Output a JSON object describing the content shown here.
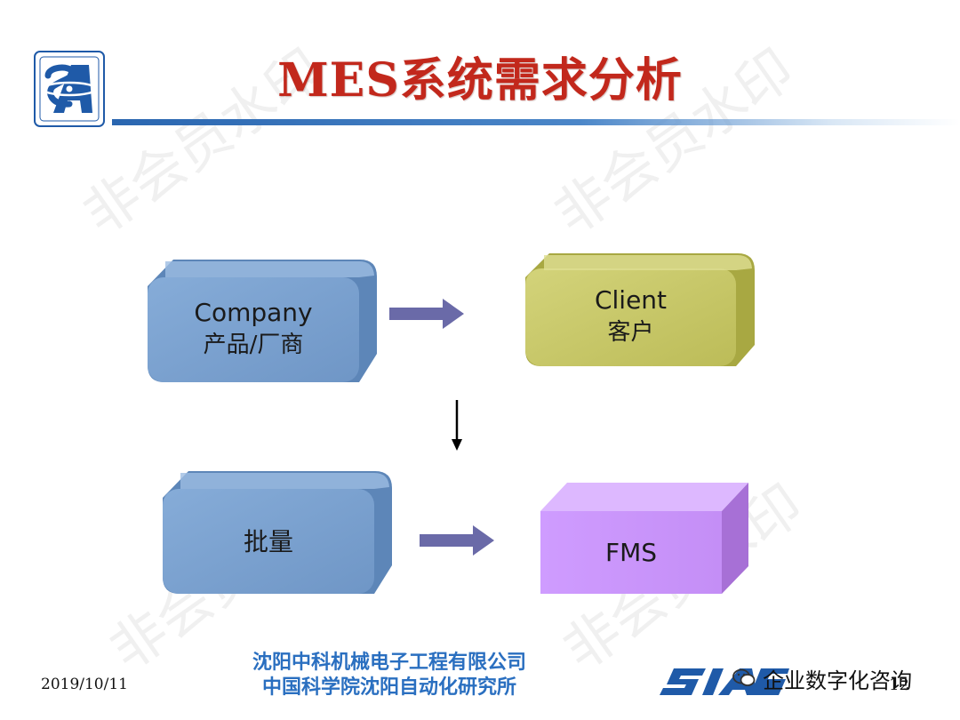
{
  "title": "MES系统需求分析",
  "nodes": {
    "company": {
      "line1": "Company",
      "line2": "产品/厂商"
    },
    "client": {
      "line1": "Client",
      "line2": "客户"
    },
    "batch": {
      "line1": "批量"
    },
    "fms": {
      "line1": "FMS"
    }
  },
  "colors": {
    "title": "#c2281c",
    "company_box": "#7ea6d4",
    "client_box": "#c9c96a",
    "batch_box": "#7ea6d4",
    "fms_box": "#cc99ff",
    "arrow": "#6a6aa8"
  },
  "footer": {
    "date": "2019/10/11",
    "org_line1": "沈阳中科机械电子工程有限公司",
    "org_line2": "中国科学院沈阳自动化研究所",
    "wechat_label": "企业数字化咨询",
    "page_number": "12"
  },
  "watermark": "非会员水印"
}
